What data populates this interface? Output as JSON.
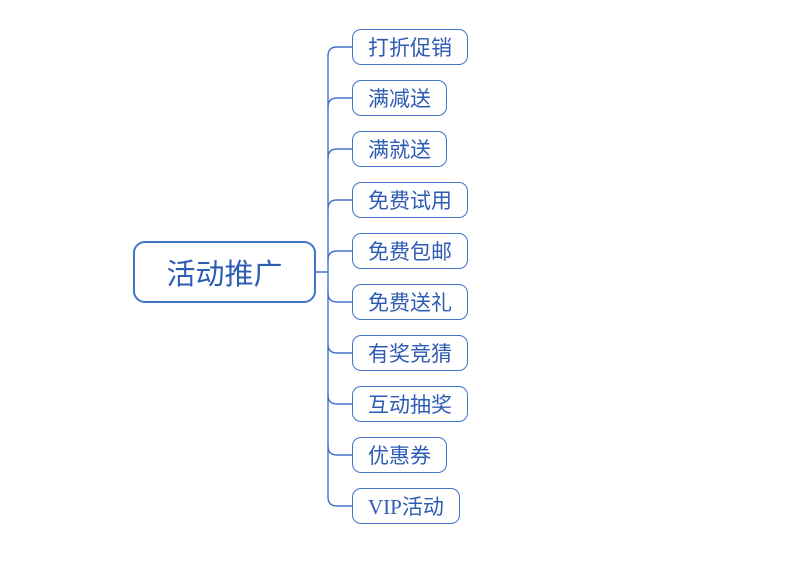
{
  "root": {
    "label": "活动推广"
  },
  "children": [
    {
      "label": "打折促销"
    },
    {
      "label": "满减送"
    },
    {
      "label": "满就送"
    },
    {
      "label": "免费试用"
    },
    {
      "label": "免费包邮"
    },
    {
      "label": "免费送礼"
    },
    {
      "label": "有奖竞猜"
    },
    {
      "label": "互动抽奖"
    },
    {
      "label": "优惠券"
    },
    {
      "label": "VIP活动"
    }
  ],
  "colors": {
    "node_border": "#4273C8",
    "node_text": "#2F5CB3",
    "connector": "#4273C8",
    "background": "#FFFFFF"
  }
}
